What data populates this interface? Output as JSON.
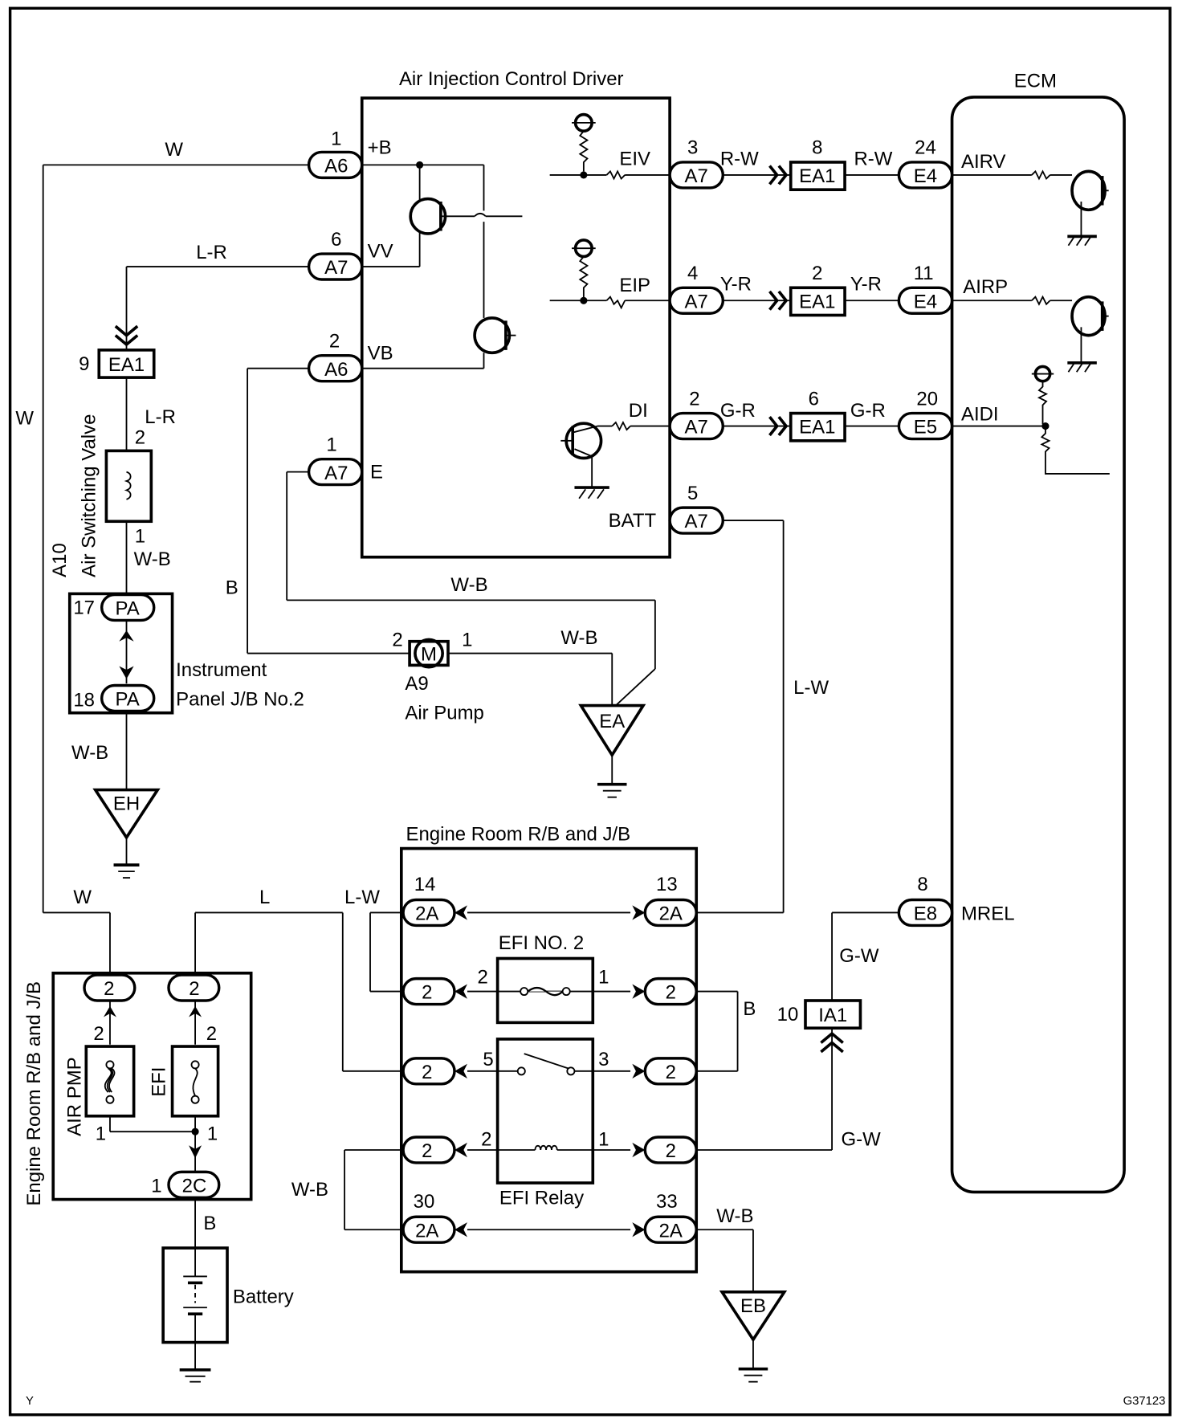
{
  "figure_id": "G37123",
  "corner_mark": "Y",
  "driver": {
    "title": "Air Injection Control Driver",
    "left_pins": [
      {
        "num": "1",
        "conn": "A6",
        "name": "+B",
        "wire": "W"
      },
      {
        "num": "6",
        "conn": "A7",
        "name": "VV",
        "wire": "L-R"
      },
      {
        "num": "2",
        "conn": "A6",
        "name": "VB",
        "wire": "B"
      },
      {
        "num": "1",
        "conn": "A7",
        "name": "E",
        "wire": "W-B"
      }
    ],
    "right_pins": [
      {
        "num": "3",
        "conn": "A7",
        "name": "EIV",
        "wire": "R-W"
      },
      {
        "num": "4",
        "conn": "A7",
        "name": "EIP",
        "wire": "Y-R"
      },
      {
        "num": "2",
        "conn": "A7",
        "name": "DI",
        "wire": "G-R"
      },
      {
        "num": "5",
        "conn": "A7",
        "name": "BATT",
        "wire": "L-W"
      }
    ]
  },
  "junctions": [
    {
      "num": "8",
      "conn": "EA1",
      "wire_out": "R-W"
    },
    {
      "num": "2",
      "conn": "EA1",
      "wire_out": "Y-R"
    },
    {
      "num": "6",
      "conn": "EA1",
      "wire_out": "G-R"
    }
  ],
  "ecm": {
    "title": "ECM",
    "pins": [
      {
        "num": "24",
        "conn": "E4",
        "name": "AIRV"
      },
      {
        "num": "11",
        "conn": "E4",
        "name": "AIRP"
      },
      {
        "num": "20",
        "conn": "E5",
        "name": "AIDI"
      },
      {
        "num": "8",
        "conn": "E8",
        "name": "MREL"
      }
    ]
  },
  "valve": {
    "id": "A10",
    "name": "Air Switching Valve",
    "conn_num": "9",
    "conn": "EA1",
    "wire_in": "L-R",
    "pin_top": "2",
    "pin_bottom": "1",
    "wire_out": "W-B"
  },
  "instrument_jb": {
    "label_line1": "Instrument",
    "label_line2": "Panel J/B No.2",
    "top_num": "17",
    "top_conn": "PA",
    "bottom_num": "18",
    "bottom_conn": "PA",
    "wire_out": "W-B",
    "ground": "EH"
  },
  "air_pump": {
    "id": "A9",
    "name": "Air Pump",
    "symbol": "M",
    "pin_left": "2",
    "pin_right": "1",
    "wire_right": "W-B",
    "ground": "EA"
  },
  "left_wire": "W",
  "lw_wire": "L-W",
  "engine_jb_left": {
    "title": "Engine Room R/B and J/B",
    "fuse1": "AIR PMP",
    "fuse2": "EFI",
    "conn_top1": "2",
    "conn_top2": "2",
    "pin_fuse1_top": "2",
    "pin_fuse1_bottom": "1",
    "pin_fuse2_top": "2",
    "pin_fuse2_bottom": "1",
    "bottom_num": "1",
    "bottom_conn": "2C",
    "wire_top1": "W",
    "wire_top2": "L",
    "wire_bottom": "B",
    "battery": "Battery"
  },
  "engine_jb_center": {
    "title": "Engine Room R/B and J/B",
    "rows": [
      {
        "lnum": "14",
        "lconn": "2A",
        "rnum": "13",
        "rconn": "2A"
      },
      {
        "lconn": "2",
        "rconn": "2",
        "lpin": "2",
        "rpin": "1",
        "component": "EFI NO. 2"
      },
      {
        "lconn": "2",
        "rconn": "2",
        "lpin": "5",
        "rpin": "3"
      },
      {
        "lconn": "2",
        "rconn": "2",
        "lpin": "2",
        "rpin": "1",
        "component": "EFI Relay"
      },
      {
        "lnum": "30",
        "lconn": "2A",
        "rnum": "33",
        "rconn": "2A"
      }
    ],
    "wire_lw": "L-W",
    "wire_b": "B",
    "wire_wb_left": "W-B",
    "wire_wb_right": "W-B",
    "ground": "EB"
  },
  "mrel_path": {
    "wire_top": "G-W",
    "wire_bottom": "G-W",
    "conn_num": "10",
    "conn": "IA1"
  }
}
